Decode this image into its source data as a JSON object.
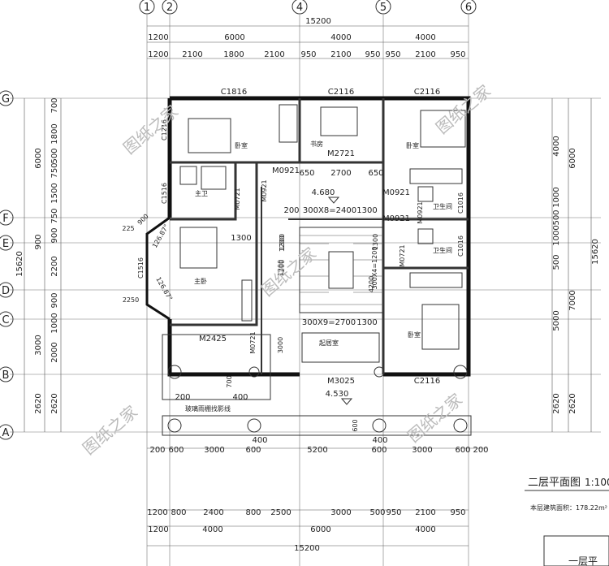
{
  "axes_top": [
    "1",
    "2",
    "4",
    "5",
    "6"
  ],
  "axes_left": [
    "G",
    "F",
    "E",
    "D",
    "C",
    "B",
    "A"
  ],
  "dims_top": {
    "overall": "15200",
    "row1": [
      "1200",
      "6000",
      "4000",
      "4000"
    ],
    "row2": [
      "1200",
      "2100",
      "1800",
      "2100",
      "950",
      "2100",
      "950",
      "950",
      "2100",
      "950"
    ]
  },
  "dims_bottom": {
    "row_a": [
      "200",
      "600",
      "3000",
      "600",
      "5200",
      "600",
      "3000",
      "600",
      "200"
    ],
    "row_b": [
      "1200",
      "800",
      "2400",
      "800",
      "2500",
      "3000",
      "500",
      "950",
      "2100",
      "950"
    ],
    "row_c": [
      "1200",
      "4000",
      "6000",
      "4000"
    ],
    "overall": "15200"
  },
  "dims_left": {
    "overall": "15620",
    "col_outer": [
      "6000",
      "900",
      "3000",
      "2620"
    ],
    "col_inner": [
      "700",
      "1800",
      "500",
      "750",
      "1500",
      "750",
      "900",
      "2200",
      "900",
      "1000",
      "2000",
      "2620"
    ]
  },
  "dims_right": {
    "overall": "15620",
    "col_outer": [
      "6000",
      "7000",
      "2620"
    ],
    "col_inner": [
      "4000",
      "1000",
      "500",
      "1000",
      "500",
      "5000",
      "2620"
    ]
  },
  "rooms": {
    "bedroom_nw": "卧室",
    "study": "书房",
    "bedroom_ne": "卧室",
    "master_bath": "主卫",
    "master_bedroom": "主卧",
    "bath_1": "卫生间",
    "bath_2": "卫生间",
    "living": "起居室",
    "bedroom_se": "卧室"
  },
  "windows": [
    "C1816",
    "C2116",
    "C2116",
    "C1216",
    "C1516",
    "C1516",
    "C1016",
    "C1016",
    "C2116"
  ],
  "doors": [
    "M2721",
    "M0921",
    "M0921",
    "M0921",
    "M0921",
    "M0921",
    "M0721",
    "M0721",
    "M0721",
    "M2425",
    "M3025"
  ],
  "stairs": [
    "300X8=2400",
    "300X9=2700",
    "300X4=1200",
    "1300",
    "1300",
    "1200",
    "1200"
  ],
  "misc_dims": [
    "650",
    "2700",
    "650",
    "200",
    "1300",
    "1300",
    "1300",
    "700",
    "400",
    "200",
    "400",
    "600",
    "1200",
    "4200",
    "3000",
    "400",
    "900",
    "225",
    "2250"
  ],
  "bay_dims": [
    "126.87°",
    "126.87°"
  ],
  "elevations": [
    "4.680",
    "4.530"
  ],
  "glass_canopy": "玻璃雨棚找影线",
  "watermark": "图纸之家",
  "plan_title": "二层平面图",
  "scale": "1:100",
  "area_note": "本层建筑面积：178.22m²",
  "corner_title": "一层平"
}
